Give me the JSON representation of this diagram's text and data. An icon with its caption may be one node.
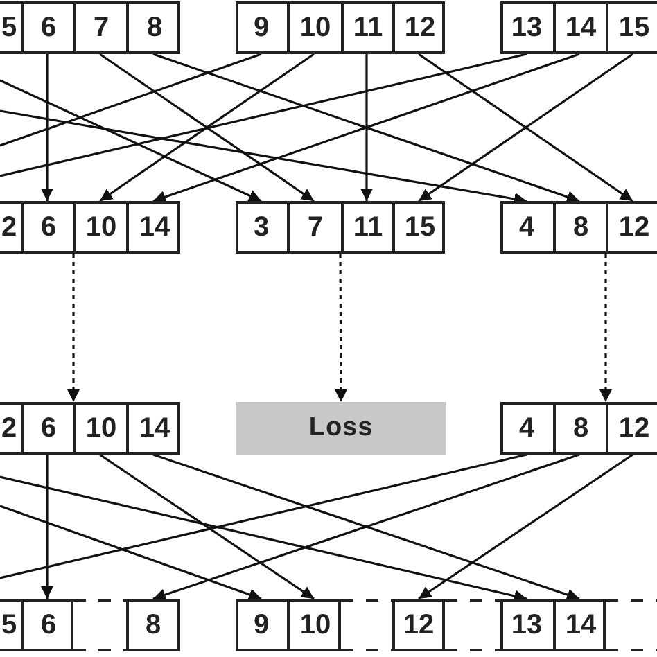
{
  "diagram": {
    "nodes": [
      {
        "text": [],
        "shape": "box"
      },
      {
        "text": [
          "5"
        ],
        "in": 0
      },
      {
        "text": [
          "6"
        ],
        "in": 0
      },
      {
        "text": [
          "7"
        ],
        "in": 0
      },
      {
        "text": [
          "8"
        ],
        "in": 0
      },
      {
        "text": [],
        "shape": "box"
      },
      {
        "text": [
          "9"
        ],
        "in": 5
      },
      {
        "text": [
          "10"
        ],
        "in": 5
      },
      {
        "text": [
          "11"
        ],
        "in": 5
      },
      {
        "text": [
          "12"
        ],
        "in": 5
      },
      {
        "text": [],
        "shape": "box"
      },
      {
        "text": [
          "13"
        ],
        "in": 10
      },
      {
        "text": [
          "14"
        ],
        "in": 10
      },
      {
        "text": [
          "15"
        ],
        "in": 10
      },
      {
        "text": [],
        "shape": "box"
      },
      {
        "text": [
          "2"
        ],
        "in": 14
      },
      {
        "text": [
          "6"
        ],
        "in": 14
      },
      {
        "text": [
          "10"
        ],
        "in": 14
      },
      {
        "text": [
          "14"
        ],
        "in": 14
      },
      {
        "text": [],
        "shape": "box"
      },
      {
        "text": [
          "3"
        ],
        "in": 19
      },
      {
        "text": [
          "7"
        ],
        "in": 19
      },
      {
        "text": [
          "11"
        ],
        "in": 19
      },
      {
        "text": [
          "15"
        ],
        "in": 19
      },
      {
        "text": [],
        "shape": "box"
      },
      {
        "text": [
          "4"
        ],
        "in": 24
      },
      {
        "text": [
          "8"
        ],
        "in": 24
      },
      {
        "text": [
          "12"
        ],
        "in": 24
      },
      {
        "text": [],
        "shape": "box"
      },
      {
        "text": [
          "2"
        ],
        "in": 28
      },
      {
        "text": [
          "6"
        ],
        "in": 28
      },
      {
        "text": [
          "10"
        ],
        "in": 28
      },
      {
        "text": [
          "14"
        ],
        "in": 28
      },
      {
        "text": [
          "Loss"
        ]
      },
      {
        "text": [],
        "shape": "box"
      },
      {
        "text": [
          "4"
        ],
        "in": 34
      },
      {
        "text": [
          "8"
        ],
        "in": 34
      },
      {
        "text": [
          "12"
        ],
        "in": 34
      },
      {
        "text": [],
        "shape": "box"
      },
      {
        "text": [
          "5"
        ],
        "in": 38
      },
      {
        "text": [
          "6"
        ],
        "in": 38
      },
      {
        "text": [
          "8"
        ]
      },
      {
        "text": [],
        "shape": "box"
      },
      {
        "text": [
          "9"
        ],
        "in": 42
      },
      {
        "text": [
          "10"
        ],
        "in": 42
      },
      {
        "text": [
          "12"
        ]
      },
      {
        "text": [],
        "shape": "box"
      },
      {
        "text": [
          "13"
        ],
        "in": 46
      },
      {
        "text": [
          "14"
        ],
        "in": 46
      }
    ],
    "edges": [
      {
        "from": 2,
        "to": 16,
        "arrow": "to"
      },
      {
        "from": 3,
        "to": 21,
        "arrow": "to"
      },
      {
        "from": 4,
        "to": 26,
        "arrow": "to"
      },
      {
        "from": 6,
        "to": null,
        "arrow": "none"
      },
      {
        "from": 7,
        "to": 17,
        "arrow": "to"
      },
      {
        "from": 8,
        "to": 22,
        "arrow": "to"
      },
      {
        "from": 9,
        "to": 27,
        "arrow": "to"
      },
      {
        "from": 11,
        "to": null,
        "arrow": "none"
      },
      {
        "from": 12,
        "to": 18,
        "arrow": "to"
      },
      {
        "from": 13,
        "to": 23,
        "arrow": "to"
      },
      {
        "from": null,
        "to": 20,
        "arrow": "to"
      },
      {
        "from": null,
        "to": 25,
        "arrow": "to"
      },
      {
        "from": 14,
        "to": 28,
        "arrow": "to",
        "style": "dashed"
      },
      {
        "from": 19,
        "to": 33,
        "arrow": "to",
        "style": "dashed"
      },
      {
        "from": 24,
        "to": 34,
        "arrow": "to",
        "style": "dashed"
      },
      {
        "from": 30,
        "to": 40,
        "arrow": "to"
      },
      {
        "from": 31,
        "to": 44,
        "arrow": "to"
      },
      {
        "from": 32,
        "to": 48,
        "arrow": "to"
      },
      {
        "from": 35,
        "to": null,
        "arrow": "none"
      },
      {
        "from": 36,
        "to": 41,
        "arrow": "to"
      },
      {
        "from": 37,
        "to": 45,
        "arrow": "to"
      },
      {
        "from": null,
        "to": 43,
        "arrow": "to"
      },
      {
        "from": null,
        "to": 47,
        "arrow": "to"
      }
    ]
  }
}
